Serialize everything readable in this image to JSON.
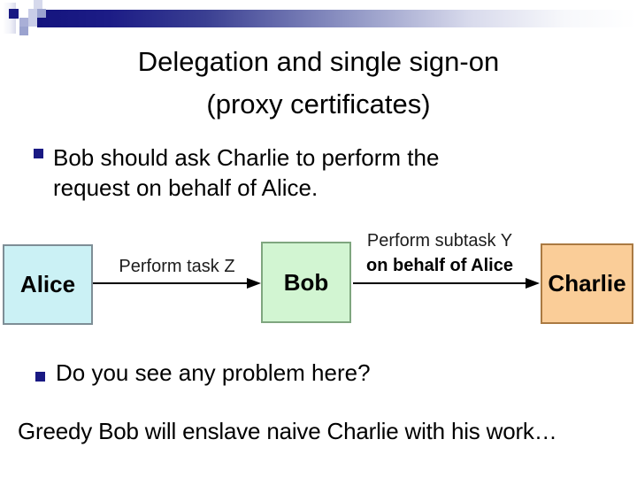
{
  "slide": {
    "background": "#ffffff",
    "title": {
      "line1": "Delegation and single sign-on",
      "line2": "(proxy certificates)"
    },
    "bullets": [
      {
        "marker_color": "#191983",
        "text": "Bob should ask Charlie to perform the request on behalf of Alice."
      },
      {
        "marker_color": "#191983",
        "text": "Do you see any problem here?"
      }
    ],
    "footer_text": "Greedy Bob will enslave naive Charlie with his work…"
  },
  "decoration": {
    "bar_gradient_start": "#14147e",
    "bar_gradient_end": "#ffffff",
    "navy_square": "#191983",
    "lavender_light": "#c9cde7",
    "lavender_lighter": "#d6d9ec",
    "lavender_medium": "#9ba3cf",
    "lavender_medium2": "#a9afd7"
  },
  "diagram": {
    "nodes": [
      {
        "label": "Alice",
        "fill": "#cbf1f5",
        "border": "#7e8e96"
      },
      {
        "label": "Bob",
        "fill": "#d2f5d2",
        "border": "#7fa67f"
      },
      {
        "label": "Charlie",
        "fill": "#facd98",
        "border": "#aa7a42"
      }
    ],
    "edges": [
      {
        "from": "Alice",
        "to": "Bob",
        "label": "Perform task Z"
      },
      {
        "from": "Bob",
        "to": "Charlie",
        "label_line1": "Perform subtask Y",
        "label_line2": "on behalf of Alice"
      }
    ]
  }
}
